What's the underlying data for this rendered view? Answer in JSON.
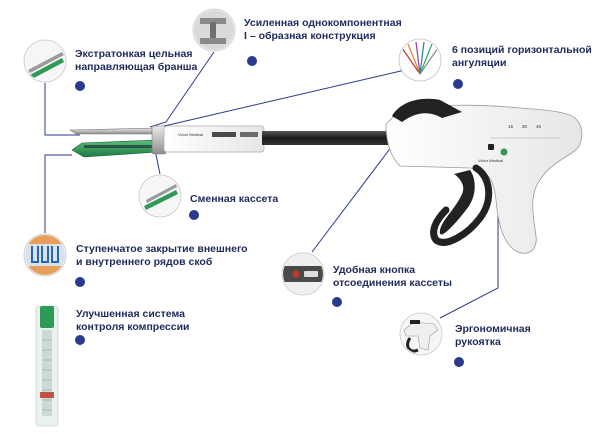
{
  "callouts": [
    {
      "id": "jaw",
      "lines": [
        "Экстратонкая цельная",
        "направляющая бранша"
      ]
    },
    {
      "id": "i-beam",
      "lines": [
        "Усиленная однокомпонентная",
        "I – образная конструкция"
      ]
    },
    {
      "id": "angulation",
      "lines": [
        "6 позиций горизонтальной",
        "ангуляции"
      ]
    },
    {
      "id": "cartridge",
      "lines": [
        "Сменная кассета"
      ]
    },
    {
      "id": "closure",
      "lines": [
        "Ступенчатое закрытие внешнего",
        "и внутреннего рядов скоб"
      ]
    },
    {
      "id": "release",
      "lines": [
        "Удобная кнопка",
        "отсоединения кассеты"
      ]
    },
    {
      "id": "compression",
      "lines": [
        "Улучшенная система",
        "контроля компрессии"
      ]
    },
    {
      "id": "handle",
      "lines": [
        "Эргономичная",
        "рукоятка"
      ]
    }
  ],
  "device": {
    "brand_mark": "Victor Medical",
    "angle_scale": [
      "15",
      "30",
      "45"
    ]
  },
  "colors": {
    "label_text": "#1e2a5c",
    "dot": "#2a3a8c",
    "leader": "#2a3a8c",
    "jaw_green": "#2e9a58",
    "handle_black": "#222222",
    "handle_white": "#f4f4f4"
  }
}
